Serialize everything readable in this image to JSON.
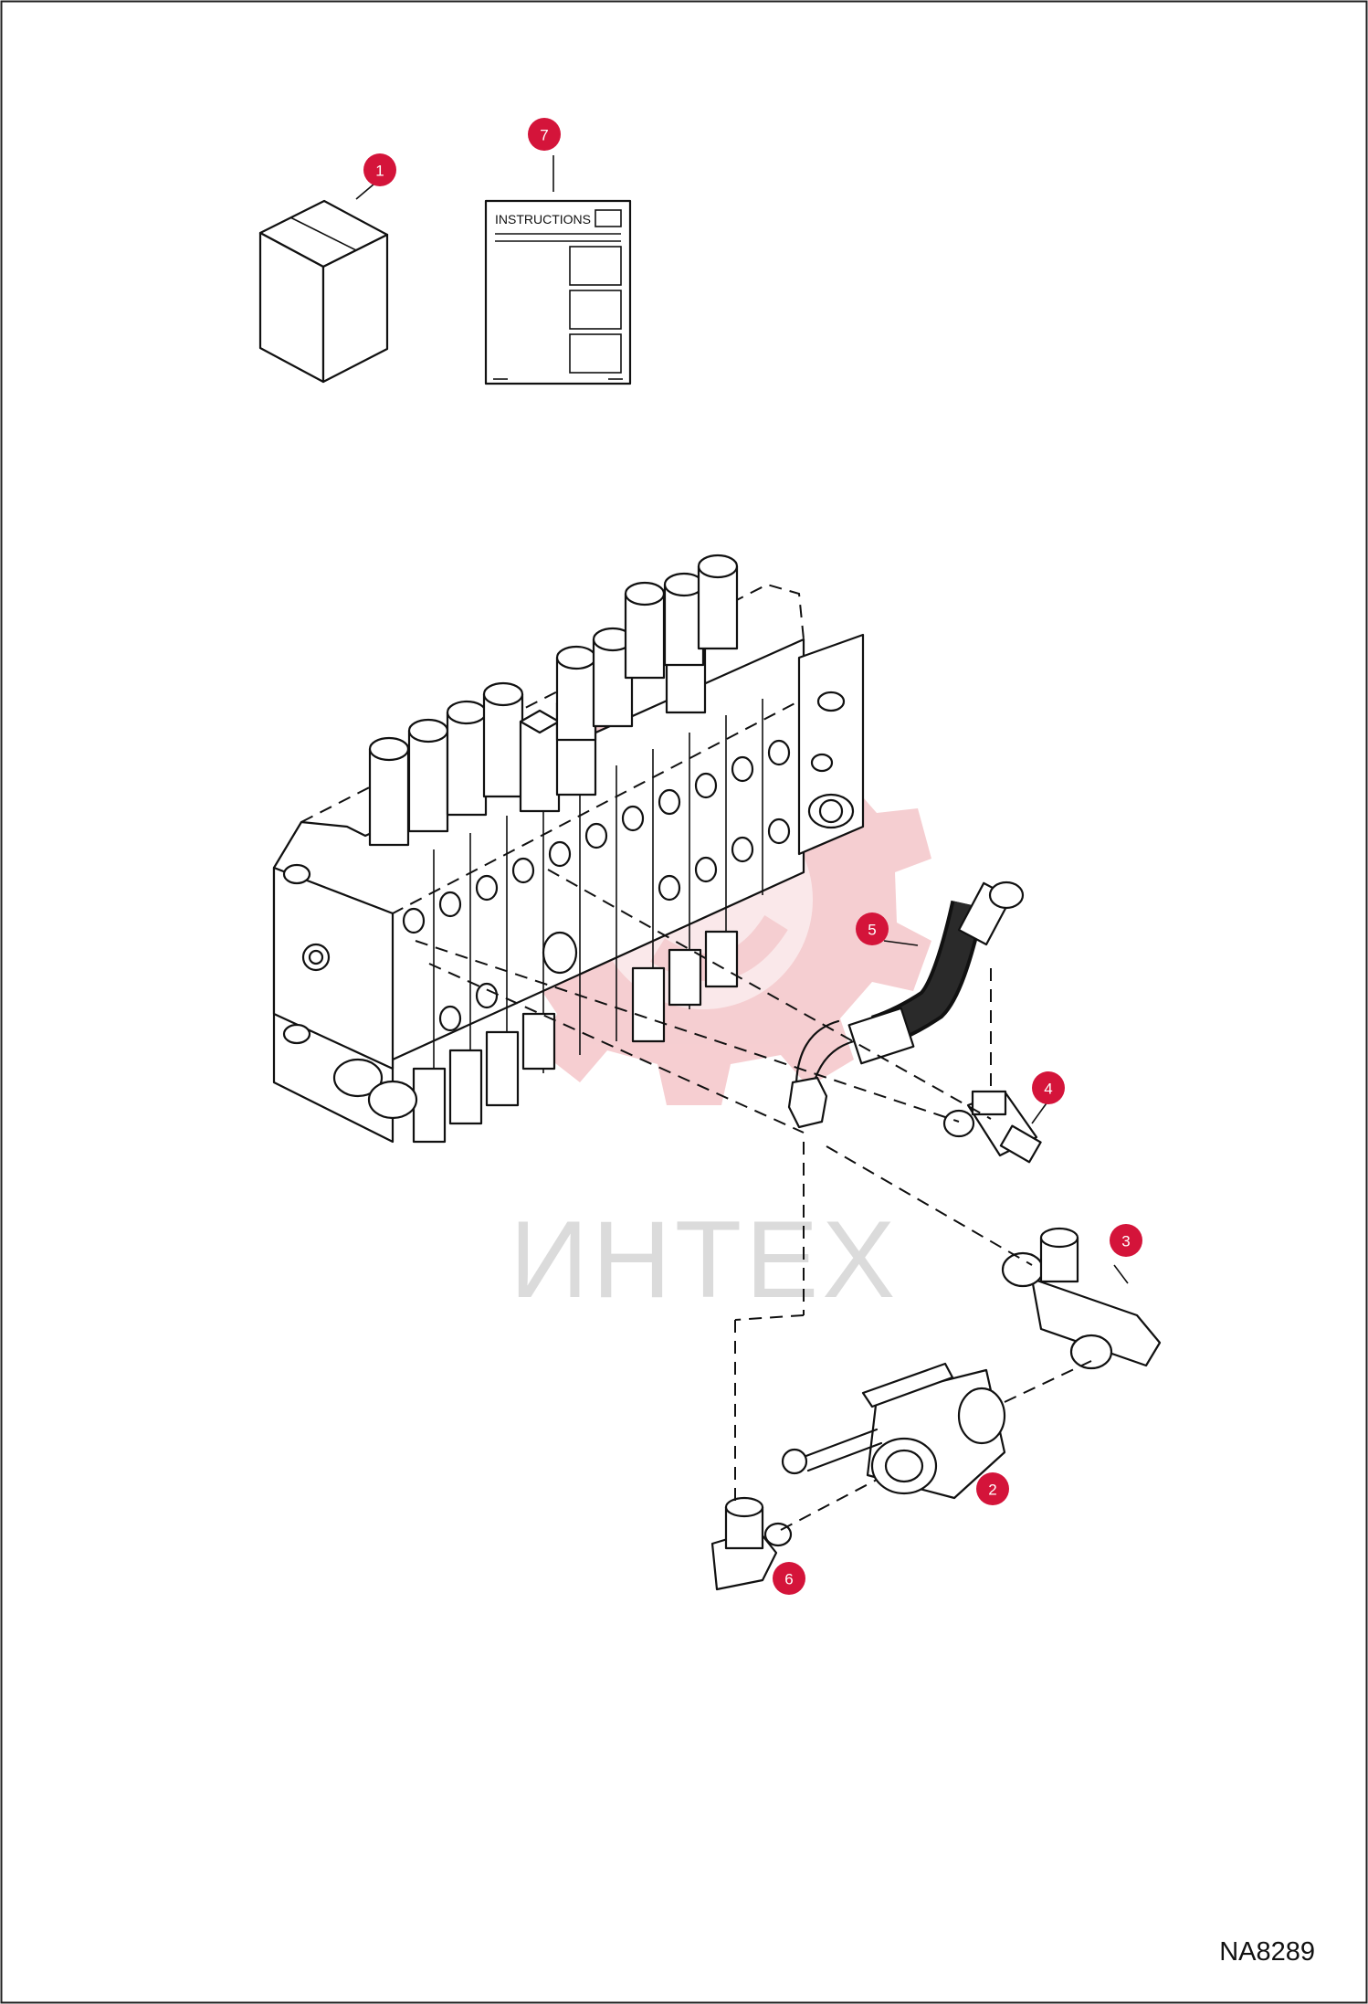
{
  "drawing_code": "NA8289",
  "watermark_text": "ИНТЕХ",
  "instructions_label": "INSTRUCTIONS",
  "callouts": [
    {
      "number": "1"
    },
    {
      "number": "2"
    },
    {
      "number": "3"
    },
    {
      "number": "4"
    },
    {
      "number": "5"
    },
    {
      "number": "6"
    },
    {
      "number": "7"
    }
  ],
  "colors": {
    "callout": "#d4143a",
    "watermark_gear": "#f4c6c9",
    "line": "#111111"
  }
}
